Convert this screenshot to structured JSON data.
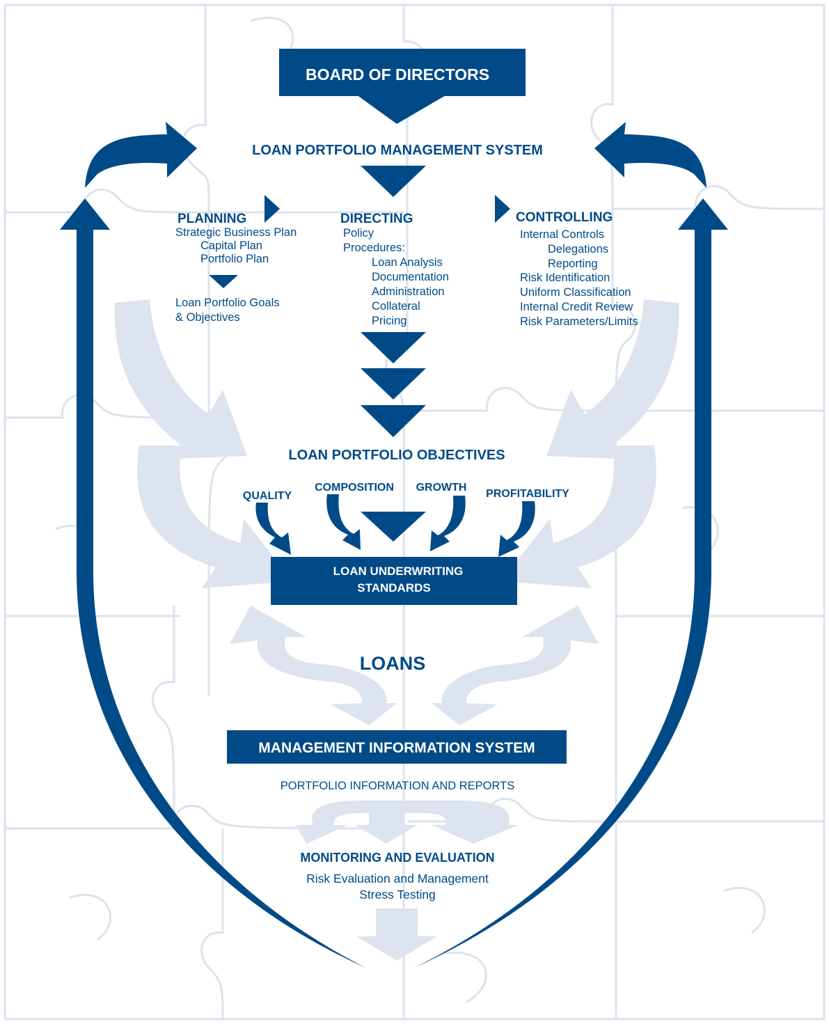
{
  "colors": {
    "primary": "#004a87",
    "light_arrow": "#dde3ef",
    "puzzle_line": "#dde2ee",
    "box_text": "#ffffff"
  },
  "board": {
    "label": "BOARD OF DIRECTORS"
  },
  "lpms": {
    "title": "LOAN PORTFOLIO MANAGEMENT SYSTEM"
  },
  "planning": {
    "heading": "PLANNING",
    "items": [
      "Strategic Business Plan",
      "Capital Plan",
      "Portfolio Plan"
    ],
    "goals": [
      "Loan Portfolio Goals",
      "& Objectives"
    ]
  },
  "directing": {
    "heading": "DIRECTING",
    "items": [
      "Policy",
      "Procedures:"
    ],
    "procedures": [
      "Loan Analysis",
      "Documentation",
      "Administration",
      "Collateral",
      "Pricing"
    ]
  },
  "controlling": {
    "heading": "CONTROLLING",
    "items": [
      "Internal Controls",
      "Delegations",
      "Reporting",
      "Risk Identification",
      "Uniform Classification",
      "Internal Credit Review",
      "Risk Parameters/Limits"
    ]
  },
  "objectives": {
    "title": "LOAN PORTFOLIO OBJECTIVES",
    "quality": "QUALITY",
    "composition": "COMPOSITION",
    "growth": "GROWTH",
    "profitability": "PROFITABILITY"
  },
  "underwriting": {
    "line1": "LOAN UNDERWRITING",
    "line2": "STANDARDS"
  },
  "loans": {
    "label": "LOANS"
  },
  "mis": {
    "label": "MANAGEMENT INFORMATION SYSTEM",
    "subtitle": "PORTFOLIO INFORMATION AND REPORTS"
  },
  "monitoring": {
    "title": "MONITORING AND EVALUATION",
    "line1": "Risk Evaluation and Management",
    "line2": "Stress Testing"
  }
}
